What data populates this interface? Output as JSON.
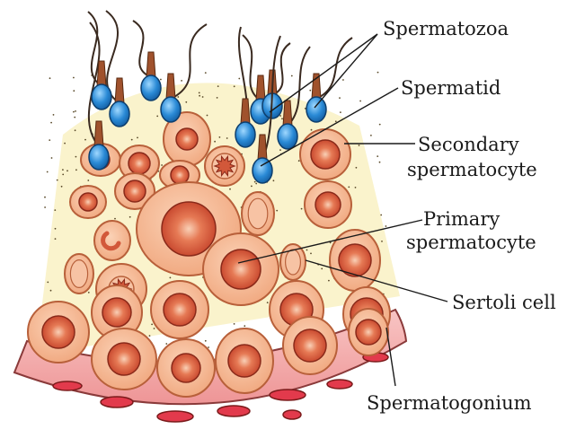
{
  "labels": {
    "spermatozoa": "Spermatozoa",
    "spermatid": "Spermatid",
    "secondary_line1": "Secondary",
    "secondary_line2": "spermatocyte",
    "primary_line1": "Primary",
    "primary_line2": "spermatocyte",
    "sertoli": "Sertoli cell",
    "spermatogonium": "Spermatogonium"
  },
  "colors": {
    "cell_fill": "#f4b58e",
    "cell_stroke": "#b8603a",
    "nucleus": "#d2583a",
    "nucleus_highlight": "#f7c3a4",
    "tissue": "#faf3cc",
    "basement_membrane": "#f2a5a6",
    "capillary": "#e23a4c",
    "sperm_head": "#2a8ad6",
    "sperm_tail": "#a0522d"
  }
}
